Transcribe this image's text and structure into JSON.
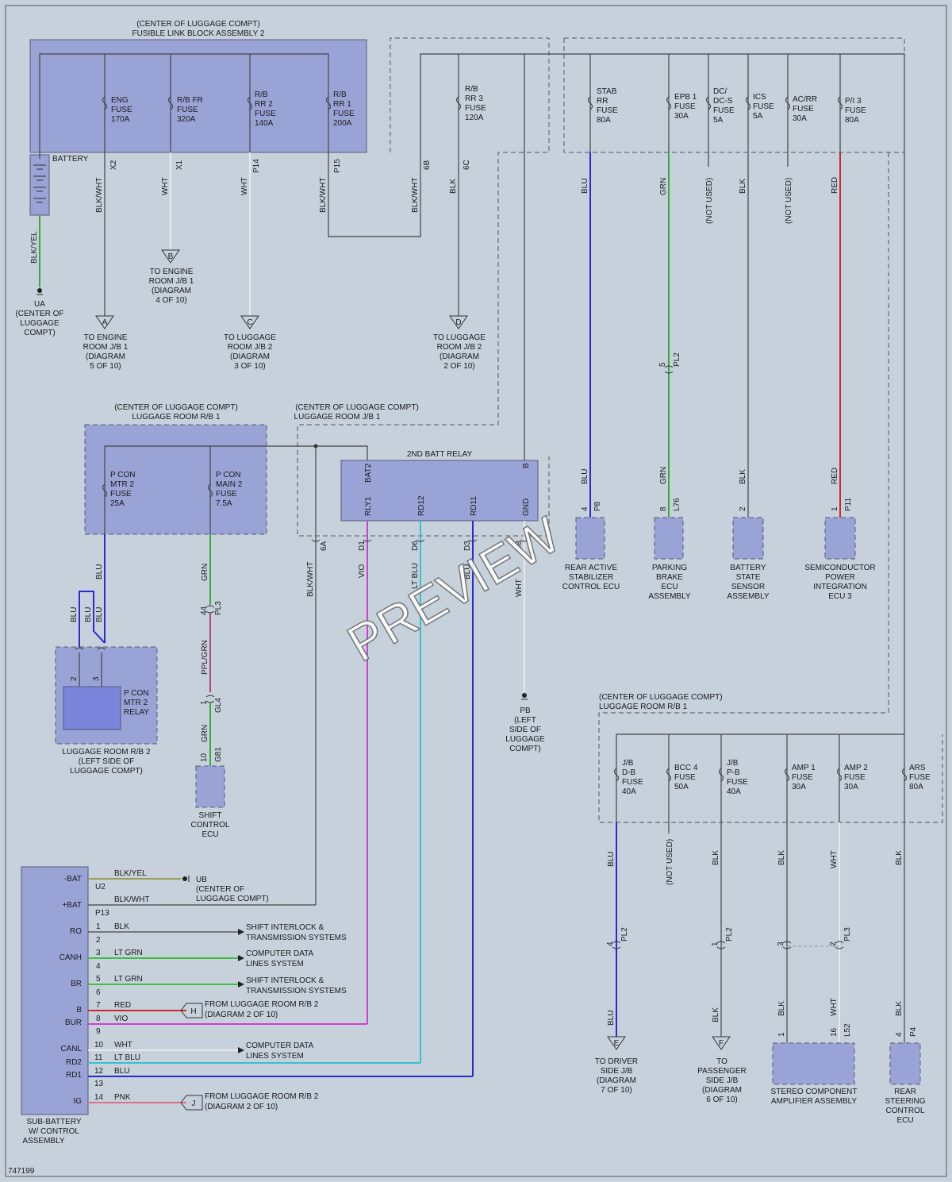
{
  "colors": {
    "bg": "#c6d1dc",
    "box": "#9aa3d6",
    "blu": "#2a2ad0",
    "grn": "#3aa83a",
    "red": "#d02828",
    "vio": "#d040d0",
    "ltblu": "#38c0d0",
    "black": "#444444",
    "wht": "#e8e8e8",
    "pnk": "#e07090",
    "ltgrn": "#40c040"
  },
  "fusible": {
    "header1": "(CENTER OF LUGGAGE COMPT)",
    "header2": "FUSIBLE LINK BLOCK ASSEMBLY 2",
    "fuses": [
      {
        "l1": "ENG",
        "l2": "FUSE",
        "l3": "170A"
      },
      {
        "l1": "R/B FR",
        "l2": "FUSE",
        "l3": "320A"
      },
      {
        "l1": "R/B",
        "l2": "RR 2",
        "l3": "FUSE",
        "l4": "140A"
      },
      {
        "l1": "R/B",
        "l2": "RR 1",
        "l3": "FUSE",
        "l4": "200A"
      }
    ],
    "battery": "BATTERY",
    "pins": [
      "X2",
      "X1",
      "P14",
      "P15"
    ],
    "wires": [
      "BLK/WHT",
      "WHT",
      "WHT",
      "BLK/WHT"
    ]
  },
  "rr3": {
    "l1": "R/B",
    "l2": "RR 3",
    "l3": "FUSE",
    "l4": "120A",
    "pins": [
      "6B",
      "6C"
    ],
    "wires": [
      "BLK/WHT",
      "BLK"
    ]
  },
  "topright": {
    "fuses": [
      {
        "l1": "STAB",
        "l2": "RR",
        "l3": "FUSE",
        "l4": "80A",
        "wire": "BLU"
      },
      {
        "l1": "EPB 1",
        "l2": "FUSE",
        "l3": "30A",
        "wire": "GRN"
      },
      {
        "l1": "DC/",
        "l2": "DC-S",
        "l3": "FUSE",
        "l4": "5A",
        "wire": "(NOT USED)"
      },
      {
        "l1": "ICS",
        "l2": "FUSE",
        "l3": "5A",
        "wire": "BLK"
      },
      {
        "l1": "AC/RR",
        "l2": "FUSE",
        "l3": "30A",
        "wire": "(NOT USED)"
      },
      {
        "l1": "P/I 3",
        "l2": "FUSE",
        "l3": "80A",
        "wire": "RED"
      }
    ]
  },
  "grounds": {
    "ua": [
      "UA",
      "(CENTER OF",
      "LUGGAGE",
      "COMPT)"
    ],
    "ua_wire": "BLK/YEL",
    "pb": [
      "PB",
      "(LEFT",
      "SIDE OF",
      "LUGGAGE",
      "COMPT)"
    ],
    "pb_wire": "WHT",
    "ub": [
      "UB",
      "(CENTER OF",
      "LUGGAGE COMPT)"
    ]
  },
  "connectors": {
    "A": {
      "letter": "A",
      "text": [
        "TO ENGINE",
        "ROOM J/B 1",
        "(DIAGRAM",
        "5 OF 10)"
      ]
    },
    "B": {
      "letter": "B",
      "text": [
        "TO ENGINE",
        "ROOM J/B 1",
        "(DIAGRAM",
        "4 OF 10)"
      ]
    },
    "C": {
      "letter": "C",
      "text": [
        "TO LUGGAGE",
        "ROOM J/B 2",
        "(DIAGRAM",
        "3 OF 10)"
      ]
    },
    "D": {
      "letter": "D",
      "text": [
        "TO LUGGAGE",
        "ROOM J/B 2",
        "(DIAGRAM",
        "2 OF 10)"
      ]
    },
    "E": {
      "letter": "E",
      "text": [
        "TO DRIVER",
        "SIDE J/B",
        "(DIAGRAM",
        "7 OF 10)"
      ]
    },
    "F": {
      "letter": "F",
      "text": [
        "TO",
        "PASSENGER",
        "SIDE J/B",
        "(DIAGRAM",
        "6 OF 10)"
      ]
    }
  },
  "rb1_left": {
    "h1": "(CENTER OF LUGGAGE COMPT)",
    "h2": "LUGGAGE ROOM R/B 1",
    "f1": [
      "P CON",
      "MTR 2",
      "FUSE",
      "25A"
    ],
    "f2": [
      "P CON",
      "MAIN 2",
      "FUSE",
      "7.5A"
    ],
    "w1": "BLU",
    "w2": "GRN"
  },
  "jb1": {
    "h1": "(CENTER OF LUGGAGE COMPT)",
    "h2": "LUGGAGE ROOM J/B 1",
    "relay": "2ND BATT RELAY",
    "pins": [
      "BAT2",
      "RLY1",
      "RD12",
      "RD11",
      "GND",
      "B"
    ],
    "conn": [
      "6A",
      "D1",
      "D6",
      "D3",
      "D8"
    ],
    "wires": [
      "BLK/WHT",
      "VIO",
      "LT BLU",
      "BLU",
      "WHT"
    ]
  },
  "rb2": {
    "name": [
      "LUGGAGE ROOM R/B 2",
      "(LEFT SIDE OF",
      "LUGGAGE COMPT)"
    ],
    "relay": [
      "P CON",
      "MTR 2",
      "RELAY"
    ],
    "w": [
      "BLU",
      "BLU",
      "BLU"
    ],
    "pins": [
      "2",
      "3"
    ]
  },
  "shift": {
    "pl3": "PL3",
    "pl3n": "44",
    "gl4": "GL4",
    "gl4n": "1",
    "g81": "G81",
    "g81n": "10",
    "w": [
      "PPL/GRN",
      "GRN"
    ],
    "name": [
      "SHIFT",
      "CONTROL",
      "ECU"
    ]
  },
  "ecus": [
    {
      "pin": "4",
      "conn": "P8",
      "wire": "BLU",
      "name": [
        "REAR ACTIVE",
        "STABILIZER",
        "CONTROL ECU"
      ]
    },
    {
      "pin": "8",
      "conn": "L76",
      "wire": "GRN",
      "name": [
        "PARKING",
        "BRAKE",
        "ECU",
        "ASSEMBLY"
      ]
    },
    {
      "pin": "2",
      "conn": "",
      "wire": "BLK",
      "name": [
        "BATTERY",
        "STATE",
        "SENSOR",
        "ASSEMBLY"
      ]
    },
    {
      "pin": "1",
      "conn": "P11",
      "wire": "RED",
      "name": [
        "SEMICONDUCTOR",
        "POWER",
        "INTEGRATION",
        "ECU 3"
      ]
    }
  ],
  "pl2_mid": {
    "pin": "5",
    "conn": "PL2"
  },
  "rb1_right": {
    "h1": "(CENTER OF LUGGAGE COMPT)",
    "h2": "LUGGAGE ROOM R/B 1",
    "fuses": [
      {
        "l": [
          "J/B",
          "D-B",
          "FUSE",
          "40A"
        ],
        "w": "BLU"
      },
      {
        "l": [
          "BCC 4",
          "FUSE",
          "50A"
        ],
        "w": "(NOT USED)"
      },
      {
        "l": [
          "J/B",
          "P-B",
          "FUSE",
          "40A"
        ],
        "w": "BLK"
      },
      {
        "l": [
          "AMP 1",
          "FUSE",
          "30A"
        ],
        "w": "BLK"
      },
      {
        "l": [
          "AMP 2",
          "FUSE",
          "30A"
        ],
        "w": "WHT"
      },
      {
        "l": [
          "ARS",
          "FUSE",
          "80A"
        ],
        "w": "BLK"
      }
    ]
  },
  "bottom_right": {
    "pl2a": {
      "pin": "4",
      "conn": "PL2",
      "w": "BLU"
    },
    "pl2b": {
      "pin": "1",
      "conn": "PL2",
      "w": "BLK"
    },
    "pl3": {
      "p1": "3",
      "p2": "2",
      "conn": "PL3"
    },
    "amp": {
      "p1": "1",
      "p2": "16",
      "conn": "L52",
      "w1": "BLK",
      "w2": "WHT",
      "name": [
        "STEREO COMPONENT",
        "AMPLIFIER ASSEMBLY"
      ]
    },
    "rs": {
      "pin": "4",
      "conn": "P4",
      "w": "BLK",
      "name": [
        "REAR",
        "STEERING",
        "CONTROL",
        "ECU"
      ]
    }
  },
  "subbat": {
    "name": [
      "SUB-BATTERY",
      "W/ CONTROL",
      "ASSEMBLY"
    ],
    "labels": [
      "-BAT",
      "+BAT",
      "RO",
      "CANH",
      "BR",
      "B",
      "BUR",
      "CANL",
      "RD2",
      "RD1",
      "IG"
    ],
    "u2": "U2",
    "p13": "P13",
    "w_bat": [
      "BLK/YEL",
      "BLK/WHT"
    ],
    "rows": [
      {
        "n": "1",
        "w": "BLK"
      },
      {
        "n": "2",
        "w": ""
      },
      {
        "n": "3",
        "w": "LT GRN"
      },
      {
        "n": "4",
        "w": ""
      },
      {
        "n": "5",
        "w": "LT GRN"
      },
      {
        "n": "6",
        "w": ""
      },
      {
        "n": "7",
        "w": "RED"
      },
      {
        "n": "8",
        "w": "VIO"
      },
      {
        "n": "9",
        "w": ""
      },
      {
        "n": "10",
        "w": "WHT"
      },
      {
        "n": "11",
        "w": "LT BLU"
      },
      {
        "n": "12",
        "w": "BLU"
      },
      {
        "n": "13",
        "w": ""
      },
      {
        "n": "14",
        "w": "PNK"
      }
    ],
    "dest": [
      [
        "SHIFT INTERLOCK &",
        "TRANSMISSION SYSTEMS"
      ],
      [
        "COMPUTER DATA",
        "LINES SYSTEM"
      ],
      [
        "SHIFT INTERLOCK &",
        "TRANSMISSION SYSTEMS"
      ],
      [
        "FROM LUGGAGE ROOM R/B 2",
        "(DIAGRAM 2 OF 10)"
      ],
      [
        "COMPUTER DATA",
        "LINES SYSTEM"
      ],
      [
        "FROM LUGGAGE ROOM R/B 2",
        "(DIAGRAM 2 OF 10)"
      ]
    ],
    "h": "H",
    "j": "J"
  },
  "figure_id": "747199",
  "watermark": "PREVIEW"
}
